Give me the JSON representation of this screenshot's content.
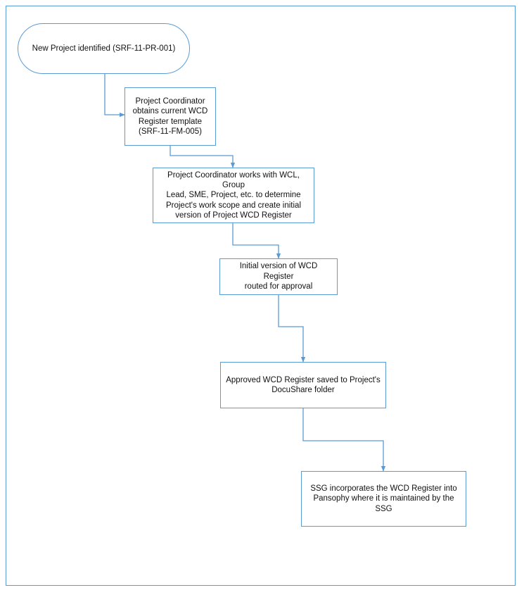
{
  "colors": {
    "border": "#5b9bd5",
    "connector": "#5b9bd5",
    "text": "#111111"
  },
  "nodes": [
    {
      "id": "n1",
      "shape": "terminator",
      "text": "New Project identified (SRF-11-PR-001)"
    },
    {
      "id": "n2",
      "shape": "process",
      "text": "Project Coordinator\nobtains current WCD\nRegister template\n(SRF-11-FM-005)"
    },
    {
      "id": "n3",
      "shape": "process",
      "text": "Project Coordinator works with WCL, Group\nLead, SME, Project, etc. to determine\nProject's work scope and create initial\nversion of Project WCD Register"
    },
    {
      "id": "n4",
      "shape": "process",
      "text": "Initial version of WCD Register\nrouted for approval"
    },
    {
      "id": "n5",
      "shape": "process",
      "text": "Approved WCD Register saved to Project's\nDocuShare folder"
    },
    {
      "id": "n6",
      "shape": "process",
      "text": "SSG incorporates the WCD Register into\nPansophy where it is maintained by the\nSSG"
    }
  ],
  "edges": [
    {
      "from": "n1",
      "to": "n2"
    },
    {
      "from": "n2",
      "to": "n3"
    },
    {
      "from": "n3",
      "to": "n4"
    },
    {
      "from": "n4",
      "to": "n5"
    },
    {
      "from": "n5",
      "to": "n6"
    }
  ]
}
